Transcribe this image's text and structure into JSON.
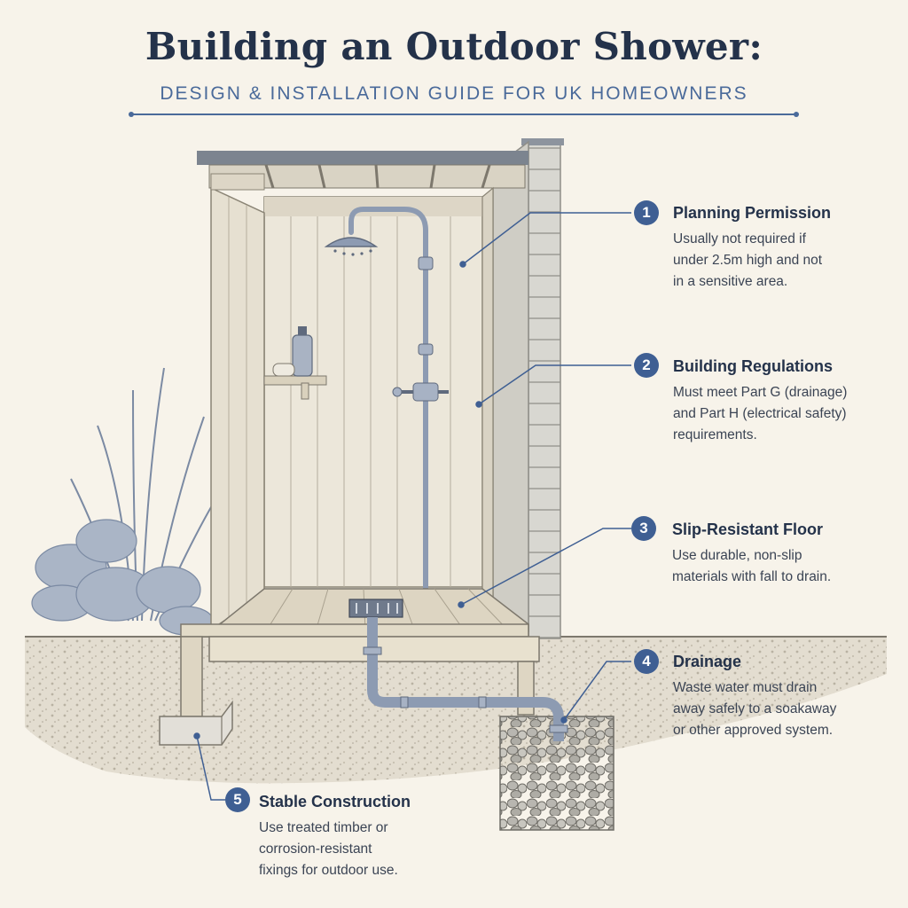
{
  "header": {
    "title": "Building an Outdoor Shower:",
    "subtitle": "DESIGN & INSTALLATION GUIDE FOR UK HOMEOWNERS"
  },
  "colors": {
    "accent": "#3f5f93",
    "title": "#24324a",
    "subtitle": "#4a6a9a",
    "background": "#f7f3ea",
    "timber": "#e6e0d1",
    "pipe": "#8d9bb2"
  },
  "callouts": [
    {
      "number": "1",
      "title": "Planning Permission",
      "lines": [
        "Usually not required if",
        "under 2.5m high and not",
        "in a sensitive area."
      ]
    },
    {
      "number": "2",
      "title": "Building Regulations",
      "lines": [
        "Must meet Part G (drainage)",
        "and Part H (electrical safety)",
        "requirements."
      ]
    },
    {
      "number": "3",
      "title": "Slip-Resistant Floor",
      "lines": [
        "Use durable, non-slip",
        "materials with fall to drain."
      ]
    },
    {
      "number": "4",
      "title": "Drainage",
      "lines": [
        "Waste water must drain",
        "away safely to a soakaway",
        "or other approved system."
      ]
    },
    {
      "number": "5",
      "title": "Stable Construction",
      "lines": [
        "Use treated timber or",
        "corrosion-resistant",
        "fixings for outdoor use."
      ]
    }
  ],
  "illustration": {
    "icons": [
      "shower-head-icon",
      "soap-bottle-icon",
      "drain-grate-icon",
      "plant-icon"
    ]
  }
}
